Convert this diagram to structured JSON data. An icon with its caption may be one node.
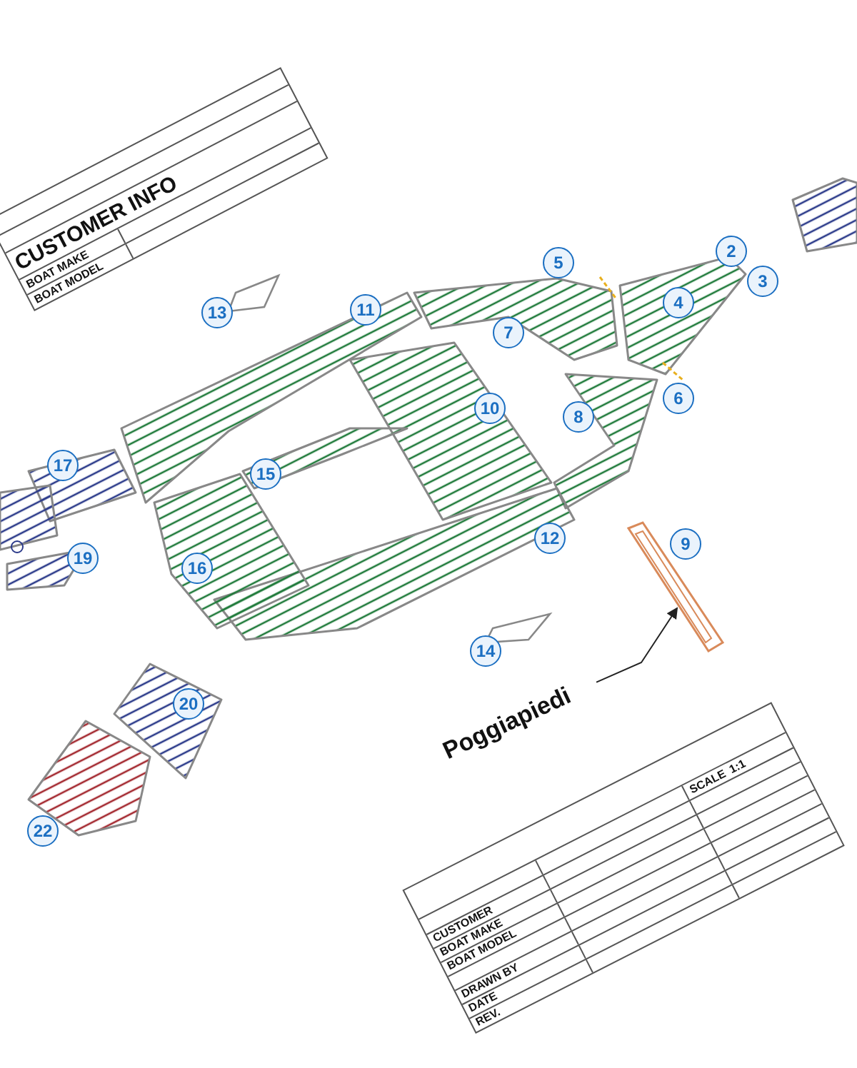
{
  "diagram": {
    "nodes": [
      {
        "text": [
          "Poggiapiedi"
        ]
      },
      {
        "text": [],
        "shape": "box"
      }
    ],
    "edges": [
      {
        "from": 0,
        "to": 1,
        "arrow": "to"
      }
    ],
    "labels": [
      "CUSTOMER INFO",
      "BOAT MAKE",
      "BOAT MODEL",
      "2",
      "5",
      "3",
      "13",
      "4",
      "11",
      "7",
      "6",
      "10",
      "8",
      "17",
      "15",
      "12",
      "9",
      "19",
      "16",
      "14",
      "20",
      "22",
      "SCALE",
      "1:1",
      "CUSTOMER",
      "BOAT MAKE",
      "BOAT MODEL",
      "DRAWN BY",
      "DATE",
      "REV."
    ]
  }
}
